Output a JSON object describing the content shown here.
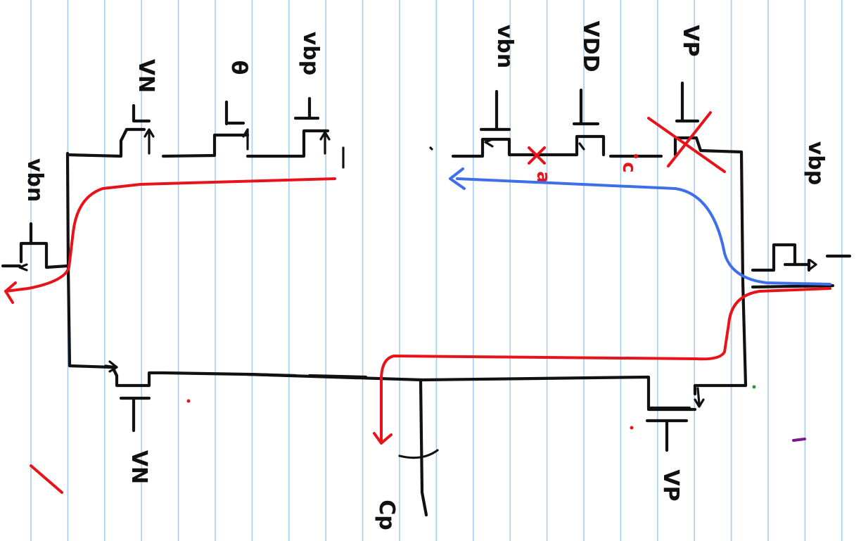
{
  "colors": {
    "paper": "#ffffff",
    "rule_line": "#a9cdf2",
    "ink": "#111111",
    "red_path": "#e8131a",
    "blue_path": "#3f6fe8",
    "stray_purple": "#7a1a8c",
    "stray_green": "#2e9a2e"
  },
  "labels": {
    "top_left_1": "VN",
    "top_left_2": "θ",
    "top_left_3": "vbp",
    "top_right_1": "vbn",
    "top_right_2": "VDD",
    "top_right_3": "VP",
    "left_bias": "vbn",
    "right_bias": "vbp",
    "bottom_left": "VN",
    "bottom_mid": "Cp",
    "bottom_right": "VP",
    "node_a": "a",
    "node_c": "c"
  }
}
